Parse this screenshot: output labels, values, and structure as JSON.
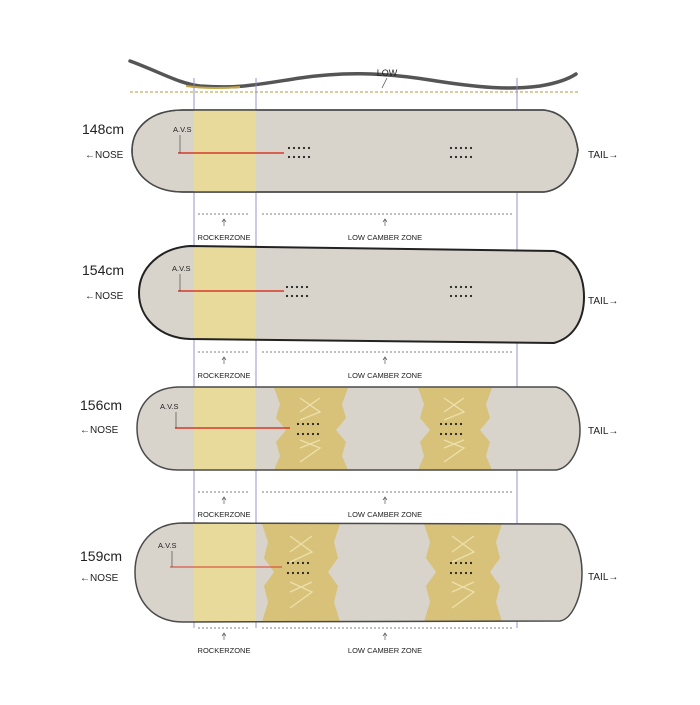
{
  "profile": {
    "label": "LOW"
  },
  "side_labels": {
    "nose": "←NOSE",
    "tail": "TAIL→"
  },
  "boards": [
    {
      "size": "148cm",
      "avs_label": "A.V.S",
      "rocker_label": "ROCKERZONE",
      "camber_label": "LOW CAMBER ZONE",
      "core_inserts": false
    },
    {
      "size": "154cm",
      "avs_label": "A.V.S",
      "rocker_label": "ROCKERZONE",
      "camber_label": "LOW CAMBER ZONE",
      "core_inserts": false
    },
    {
      "size": "156cm",
      "avs_label": "A.V.S",
      "rocker_label": "ROCKERZONE",
      "camber_label": "LOW CAMBER ZONE",
      "core_inserts": true
    },
    {
      "size": "159cm",
      "avs_label": "A.V.S",
      "rocker_label": "ROCKERZONE",
      "camber_label": "LOW CAMBER ZONE",
      "core_inserts": true
    }
  ],
  "colors": {
    "board_fill": "#d9d4cb",
    "board_outline": "#4a4a4a",
    "rocker_fill": "#e8da9a",
    "insert_fill": "#d8c27a",
    "avs_line": "#d63a2a",
    "guide_line": "#8a8ac8",
    "profile_line": "#555555",
    "baseline": "#b59a3a"
  }
}
